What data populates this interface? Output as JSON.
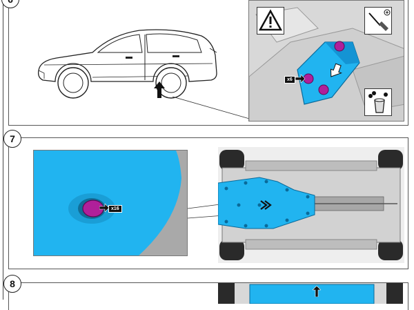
{
  "steps": [
    {
      "number": "6"
    },
    {
      "number": "7"
    },
    {
      "number": "8"
    }
  ],
  "step6": {
    "fastener_count": "x6"
  },
  "step7": {
    "fastener_count": "x16"
  },
  "colors": {
    "highlight": "#21b4f0",
    "fastener": "#b0209a",
    "background": "#ffffff",
    "border": "#555555"
  },
  "icons": [
    "warning-icon",
    "screwdriver-icon",
    "container-icon",
    "arrow-up-icon",
    "arrow-right-icon"
  ]
}
